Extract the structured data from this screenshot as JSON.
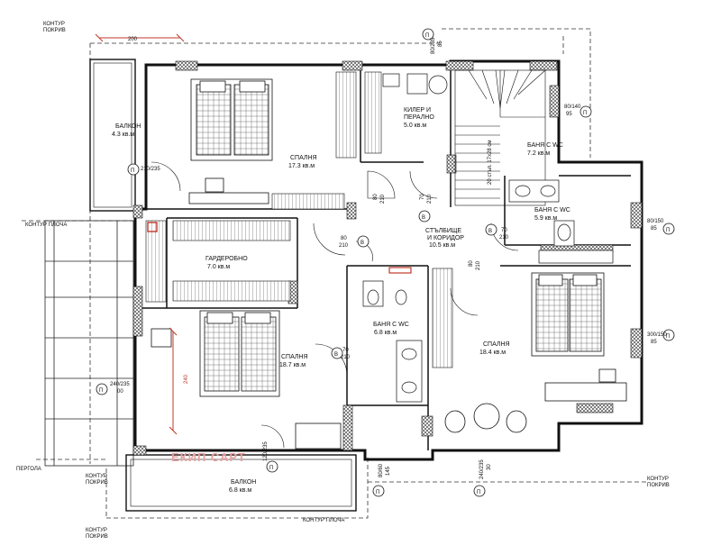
{
  "contour": {
    "roof_top_left": "КОНТУР\nПОКРИВ",
    "roof_bottom_left": "КОНТУР\nПОКРИВ",
    "roof_bottom_left2": "КОНТУР\nПОКРИВ",
    "roof_bottom_right": "КОНТУР\nПОКРИВ",
    "slab_left": "КОНТУР ПЛОЧА",
    "slab_bottom": "КОНТУР ПЛОЧА",
    "pergola": "ПЕРГОЛА"
  },
  "rooms": {
    "balcony_left": {
      "name": "БАЛКОН",
      "area": "4.3 кв.м"
    },
    "bedroom_top": {
      "name": "СПАЛНЯ",
      "area": "17.3 кв.м"
    },
    "pantry": {
      "name": "КИЛЕР И",
      "name2": "ПЕРАЛНО",
      "area": "5.0 кв.м"
    },
    "bath_top": {
      "name": "БАНЯ С WC",
      "area": "7.2 кв.м"
    },
    "bath_right": {
      "name": "БАНЯ С WC",
      "area": "5.9 кв.м"
    },
    "wardrobe": {
      "name": "ГАРДЕРОБНО",
      "area": "7.0 кв.м"
    },
    "hall": {
      "name": "СТЪЛБИЩЕ",
      "name2": "И КОРИДОР",
      "area": "10.5 кв.м"
    },
    "bath_mid": {
      "name": "БАНЯ С WC",
      "area": "6.8 кв.м"
    },
    "bedroom_left": {
      "name": "СПАЛНЯ",
      "area": "18.7 кв.м"
    },
    "bedroom_right": {
      "name": "СПАЛНЯ",
      "area": "18.4 кв.м"
    },
    "balcony_bottom": {
      "name": "БАЛКОН",
      "area": "6.8 кв.м"
    }
  },
  "dimensions": {
    "top_200": "200",
    "left_240": "240",
    "stair": "20 стъп. 17x28 см"
  },
  "openings": {
    "d1": {
      "w": "80",
      "h": "210"
    },
    "d2": {
      "w": "70",
      "h": "210"
    },
    "d3": {
      "w": "80",
      "h": "210"
    },
    "d4": {
      "w": "70",
      "h": "210"
    },
    "d5": {
      "w": "80",
      "h": "210"
    },
    "d6": {
      "w": "70",
      "h": "210"
    },
    "w_top": {
      "w": "80/235",
      "h": "85"
    },
    "w_balc": {
      "w": "210/235"
    },
    "w_bath": {
      "w": "80/140",
      "h": "95"
    },
    "w_r1": {
      "w": "80/150",
      "h": "85"
    },
    "w_r2": {
      "w": "300/150",
      "h": "85"
    },
    "w_left": {
      "w": "240/235",
      "h": "00"
    },
    "w_bottom_balc": {
      "w": "120/235"
    },
    "w_b2": {
      "w": "80/60",
      "h": "145"
    },
    "w_b3": {
      "w": "240/235",
      "h": "30"
    }
  },
  "markers": {
    "p": "П",
    "v": "В"
  },
  "watermark": "ЕКИП САРТ"
}
